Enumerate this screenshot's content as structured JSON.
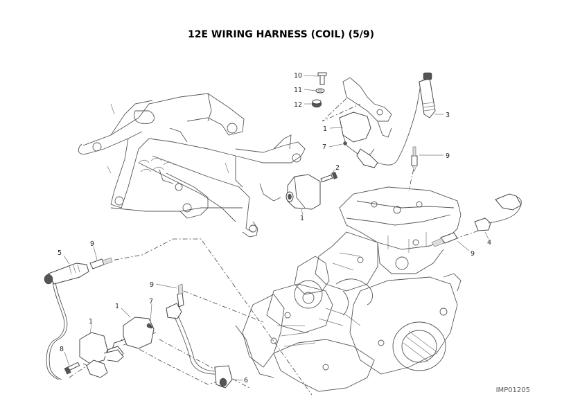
{
  "title": "12E WIRING HARNESS (COIL) (5/9)",
  "image_code": "IMP01205",
  "callouts": {
    "c10": "10",
    "c11": "11",
    "c12": "12",
    "c1_top": "1",
    "c7_top": "7",
    "c3": "3",
    "c9_top": "9",
    "c2": "2",
    "c1_mid": "1",
    "c4": "4",
    "c9_right": "9",
    "c5": "5",
    "c9_left": "9",
    "c9_low": "9",
    "c1_low_a": "1",
    "c7_low": "7",
    "c1_low_b": "1",
    "c8": "8",
    "c6": "6"
  }
}
